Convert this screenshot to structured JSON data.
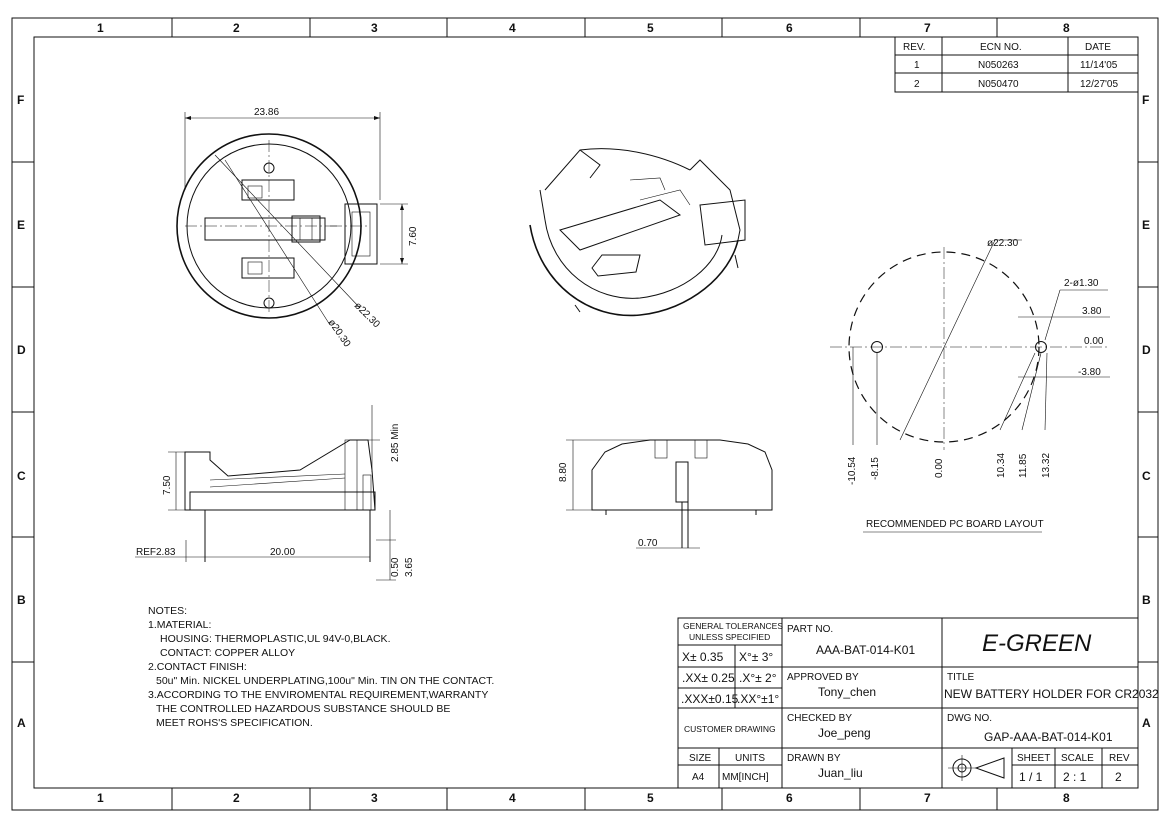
{
  "grid": {
    "columns": [
      "1",
      "2",
      "3",
      "4",
      "5",
      "6",
      "7",
      "8"
    ],
    "rows": [
      "F",
      "E",
      "D",
      "C",
      "B",
      "A"
    ]
  },
  "revisions": {
    "headers": [
      "REV.",
      "ECN NO.",
      "DATE"
    ],
    "rows": [
      [
        "1",
        "N050263",
        "11/14'05"
      ],
      [
        "2",
        "N050470",
        "12/27'05"
      ]
    ]
  },
  "top_view": {
    "width_dim": "23.86",
    "height_dim": "7.60",
    "outer_dia": "ø22.30",
    "inner_dia": "ø20.30"
  },
  "side_view": {
    "height_dim": "7.50",
    "top_dim": "2.85 Min",
    "ref_dim": "REF2.83",
    "length_dim": "20.00",
    "pin_dim_1": "0.50",
    "pin_dim_2": "3.65"
  },
  "front_view": {
    "height_dim": "8.80",
    "pin_width": "0.70"
  },
  "pcb_layout": {
    "dia": "ø22.30",
    "hole_dia": "2-ø1.30",
    "y_dims": [
      "3.80",
      "0.00",
      "-3.80"
    ],
    "x_dims": [
      "-10.54",
      "-8.15",
      "0.00",
      "10.34",
      "11.85",
      "13.32"
    ],
    "caption": "RECOMMENDED PC BOARD LAYOUT"
  },
  "notes": {
    "lines": [
      "NOTES:",
      "1.MATERIAL:",
      "   HOUSING: THERMOPLASTIC,UL 94V-0,BLACK.",
      "   CONTACT: COPPER ALLOY",
      "2.CONTACT FINISH:",
      "   50u\" Min. NICKEL UNDERPLATING,100u\" Min. TIN ON THE CONTACT.",
      "3.ACCORDING TO THE ENVIROMENTAL REQUIREMENT,WARRANTY",
      "   THE CONTROLLED HAZARDOUS SUBSTANCE SHOULD BE",
      "   MEET ROHS'S SPECIFICATION."
    ]
  },
  "title_block": {
    "tolerances_title_1": "GENERAL TOLERANCES",
    "tolerances_title_2": "UNLESS SPECIFIED",
    "tol_x": "X± 0.35",
    "tol_xx": ".XX± 0.25",
    "tol_xxx": ".XXX±0.15",
    "tol_a1": "X°± 3°",
    "tol_a2": ".X°± 2°",
    "tol_a3": ".XX°±1°",
    "customer_drawing": "CUSTOMER DRAWING",
    "size_label": "SIZE",
    "size_value": "A4",
    "units_label": "UNITS",
    "units_value": "MM[INCH]",
    "part_no_label": "PART NO.",
    "part_no": "AAA-BAT-014-K01",
    "approved_label": "APPROVED BY",
    "approved": "Tony_chen",
    "checked_label": "CHECKED BY",
    "checked": "Joe_peng",
    "drawn_label": "DRAWN BY",
    "drawn": "Juan_liu",
    "brand": "E-GREEN",
    "title_label": "TITLE",
    "title": "NEW BATTERY HOLDER FOR CR2032",
    "dwg_label": "DWG NO.",
    "dwg_no": "GAP-AAA-BAT-014-K01",
    "sheet_label": "SHEET",
    "sheet": "1 / 1",
    "scale_label": "SCALE",
    "scale": "2 : 1",
    "rev_label": "REV",
    "rev": "2"
  }
}
